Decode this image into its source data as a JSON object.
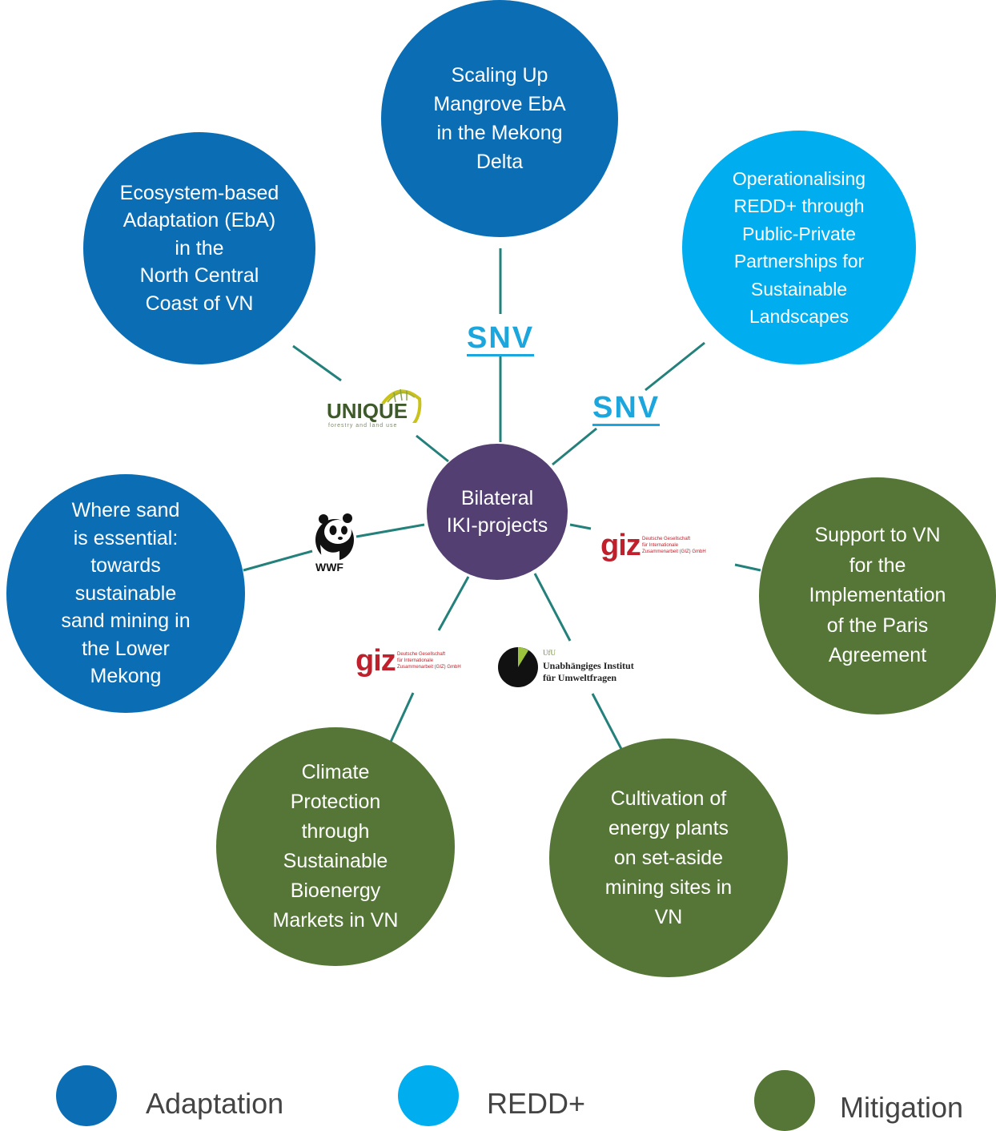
{
  "diagram": {
    "center": {
      "label": "Bilateral\nIKI-projects"
    },
    "colors": {
      "adaptation": "#0b6eb5",
      "redd": "#00aeef",
      "mitigation": "#557636",
      "center": "#533f72",
      "connector": "#23807a"
    },
    "projects": [
      {
        "id": "top",
        "label": "Scaling Up\nMangrove EbA\nin the Mekong\nDelta",
        "category": "Adaptation",
        "partner": "SNV"
      },
      {
        "id": "top-left",
        "label": "Ecosystem-based\nAdaptation (EbA)\nin the\nNorth Central\nCoast of VN",
        "category": "Adaptation",
        "partner": "UNIQUE"
      },
      {
        "id": "top-right",
        "label": "Operationalising\nREDD+ through\nPublic-Private\nPartnerships for\nSustainable\nLandscapes",
        "category": "REDD+",
        "partner": "SNV"
      },
      {
        "id": "left",
        "label": "Where sand\nis essential:\ntowards\nsustainable\nsand mining in\nthe Lower\nMekong",
        "category": "Adaptation",
        "partner": "WWF"
      },
      {
        "id": "right",
        "label": "Support to VN\nfor the\nImplementation\nof the Paris\nAgreement",
        "category": "Mitigation",
        "partner": "giz"
      },
      {
        "id": "bottom-left",
        "label": "Climate\nProtection\nthrough\nSustainable\nBioenergy\nMarkets in VN",
        "category": "Mitigation",
        "partner": "giz"
      },
      {
        "id": "bottom-right",
        "label": "Cultivation of\nenergy plants\non set-aside\nmining sites in\nVN",
        "category": "Mitigation",
        "partner": "UfU"
      }
    ],
    "logos": {
      "snv": "SNV",
      "unique": {
        "word": "UNIQUE",
        "tagline": "forestry and land use"
      },
      "wwf": "WWF",
      "giz": {
        "word": "giz",
        "small": "Deutsche Gesellschaft\nfür Internationale\nZusammenarbeit (GIZ) GmbH"
      },
      "ufu": {
        "small": "UfU",
        "line1": "Unabhängiges Institut",
        "line2": "für Umweltfragen"
      }
    }
  },
  "legend": [
    {
      "label": "Adaptation",
      "color": "#0b6eb5"
    },
    {
      "label": "REDD+",
      "color": "#00aeef"
    },
    {
      "label": "Mitigation",
      "color": "#557636"
    }
  ]
}
